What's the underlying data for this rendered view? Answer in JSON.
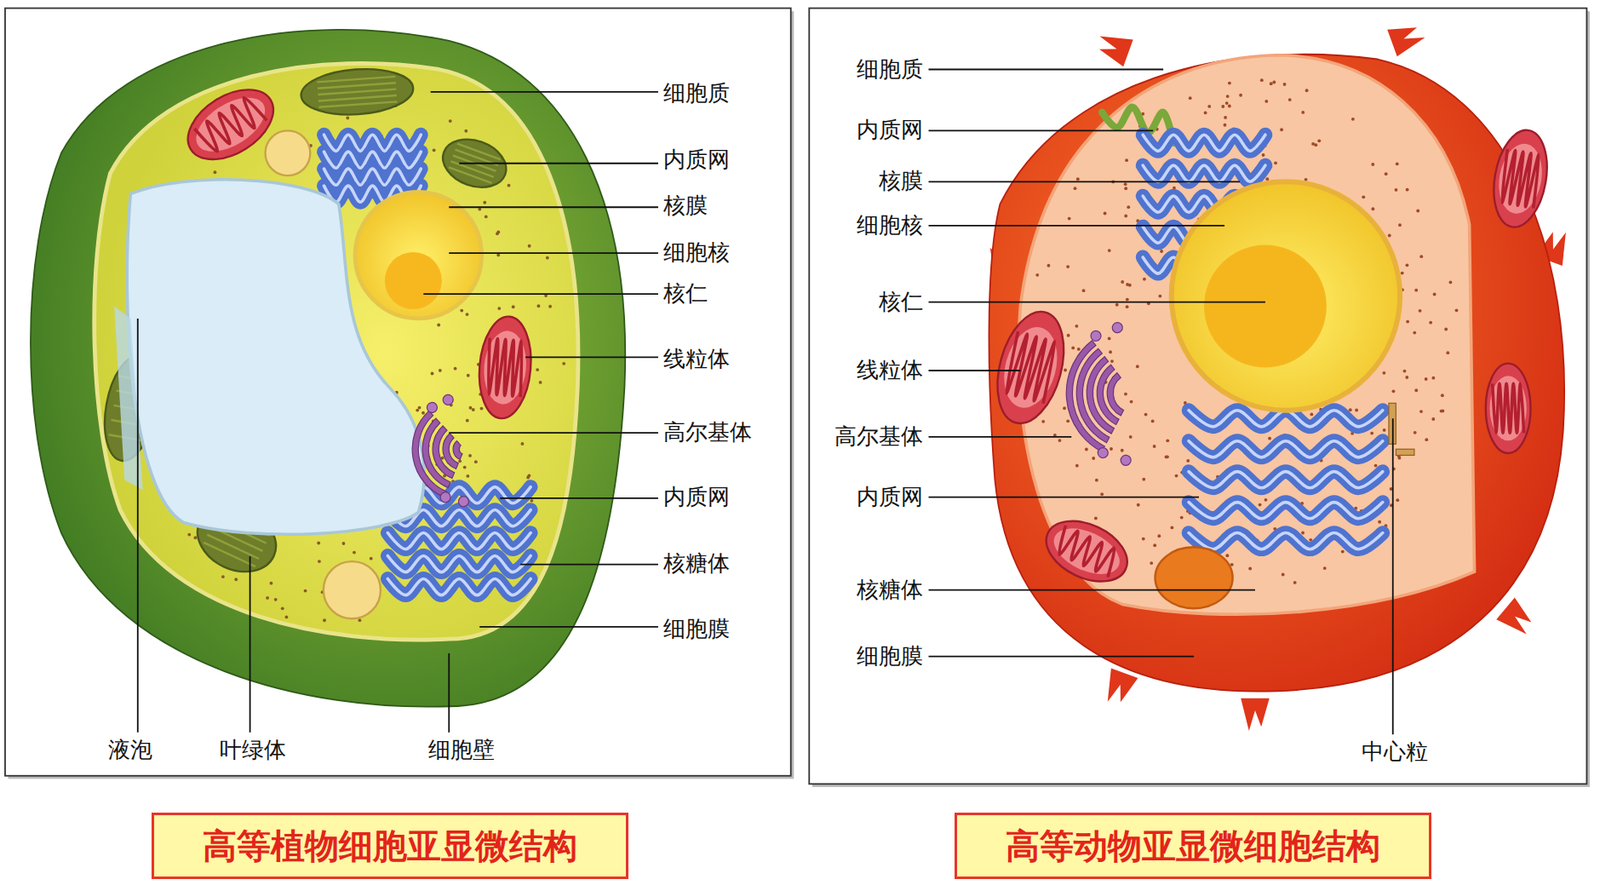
{
  "diagram": {
    "nodes": [
      {
        "text": [
          "高等植物细胞亚显微结构"
        ]
      },
      {
        "text": [
          "高等动物亚显微细胞结构"
        ]
      }
    ],
    "labels": [
      "细胞质",
      "内质网",
      "核膜",
      "细胞核",
      "核仁",
      "线粒体",
      "高尔基体",
      "内质网",
      "核糖体",
      "细胞膜",
      "液泡",
      "叶绿体",
      "细胞壁",
      "细胞质",
      "内质网",
      "核膜",
      "细胞核",
      "核仁",
      "线粒体",
      "高尔基体",
      "内质网",
      "核糖体",
      "细胞膜",
      "中心粒"
    ]
  }
}
